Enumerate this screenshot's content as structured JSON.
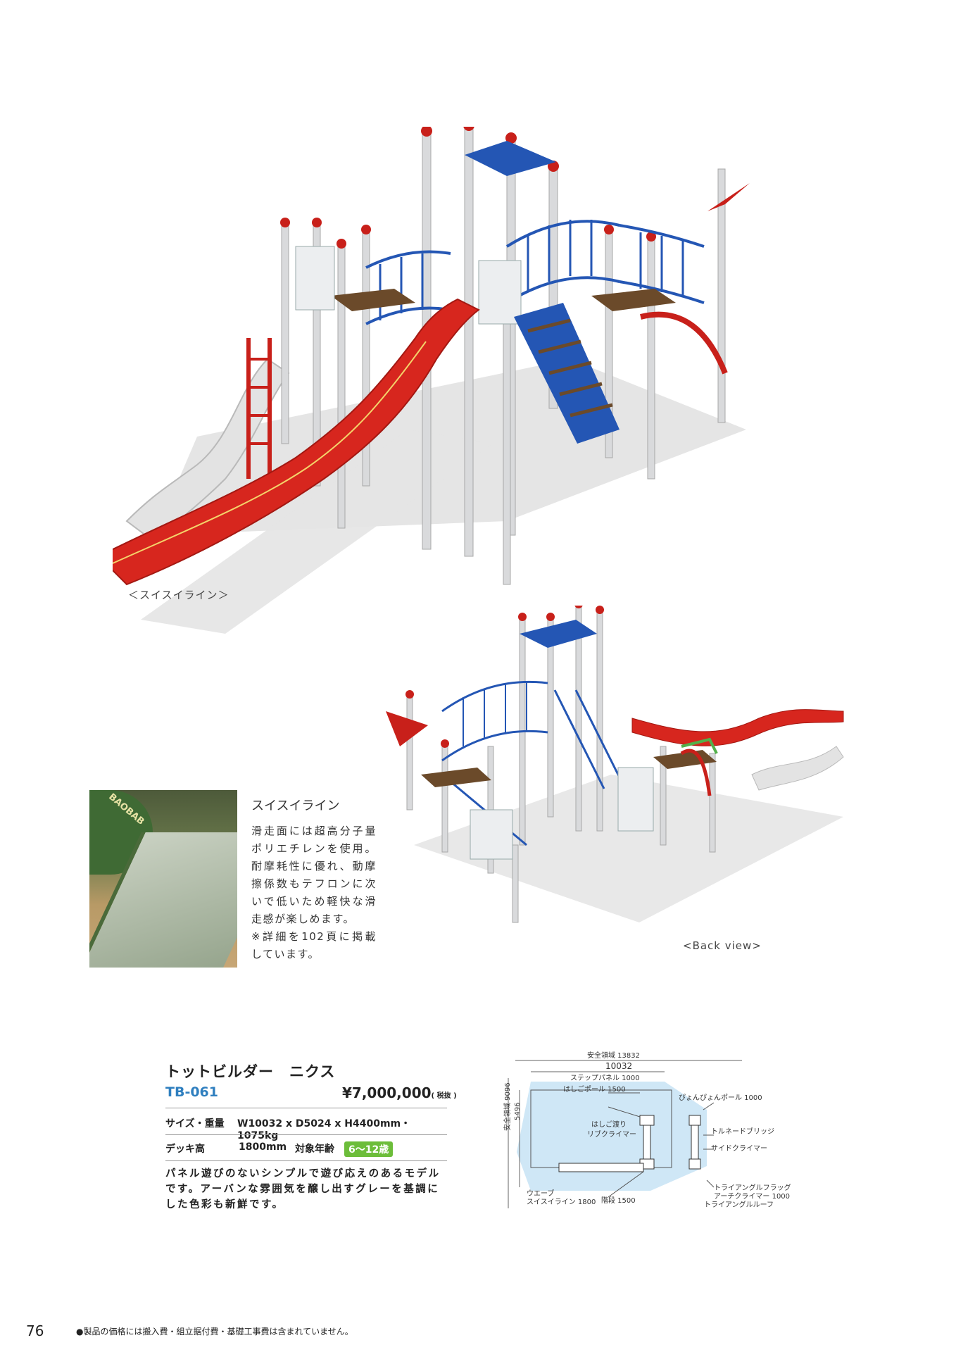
{
  "figures": {
    "front_label": "＜スイスイライン＞",
    "back_label": "<Back view>"
  },
  "slide_feature": {
    "title": "スイスイライン",
    "body": "滑走面には超高分子量ポリエチレンを使用。耐摩耗性に優れ、動摩擦係数もテフロンに次いで低いため軽快な滑走感が楽しめます。\n※詳細を102頁に掲載しています。",
    "photo_sign": "BAOBAB"
  },
  "product": {
    "name": "トットビルダー　ニクス",
    "code": "TB-061",
    "price": "¥7,000,000",
    "price_note": "( 税抜 )",
    "spec_size_label": "サイズ・重量",
    "spec_size_value": "W10032 x D5024 x H4400mm・1075kg",
    "deck_label": "デッキ高",
    "deck_value": "1800mm",
    "age_label": "対象年齢",
    "age_value": "6～12歳",
    "description": "パネル遊びのないシンプルで遊び応えのあるモデルです。アーバンな雰囲気を醸し出すグレーを基調にした色彩も新鮮です。"
  },
  "diagram": {
    "safety_width": "安全領域 13832",
    "width": "10032",
    "safety_depth": "安全領域 9096",
    "depth": "5496",
    "labels": {
      "step_panel": "ステップパネル 1000",
      "ladder_pole": "はしごポール 1500",
      "pyon_pole": "ぴょんぴょんポール 1000",
      "ladder_cross": "はしご渡り",
      "rib_climber": "リブクライマー",
      "tornado_bridge": "トルネードブリッジ",
      "side_climber": "サイドクライマー",
      "wave": "ウエーブ",
      "swiss_line": "スイスイライン 1800",
      "stairs": "階段 1500",
      "triangle_flag": "トライアングルフラッグ",
      "arch_climber": "アーチクライマー 1000",
      "triangle_roof": "トライアングルルーフ"
    }
  },
  "footer": {
    "page_number": "76",
    "note": "●製品の価格には搬入費・組立据付費・基礎工事費は含まれていません。"
  },
  "colors": {
    "slide_red": "#d7261e",
    "frame_blue": "#2456b4",
    "pole_gray": "#d9dadc",
    "cap_red": "#c8201a",
    "deck_brown": "#6b4a2a",
    "accent_blue": "#2f7fbf",
    "age_green": "#6cbd3a",
    "safety_area": "#cfe7f6"
  }
}
